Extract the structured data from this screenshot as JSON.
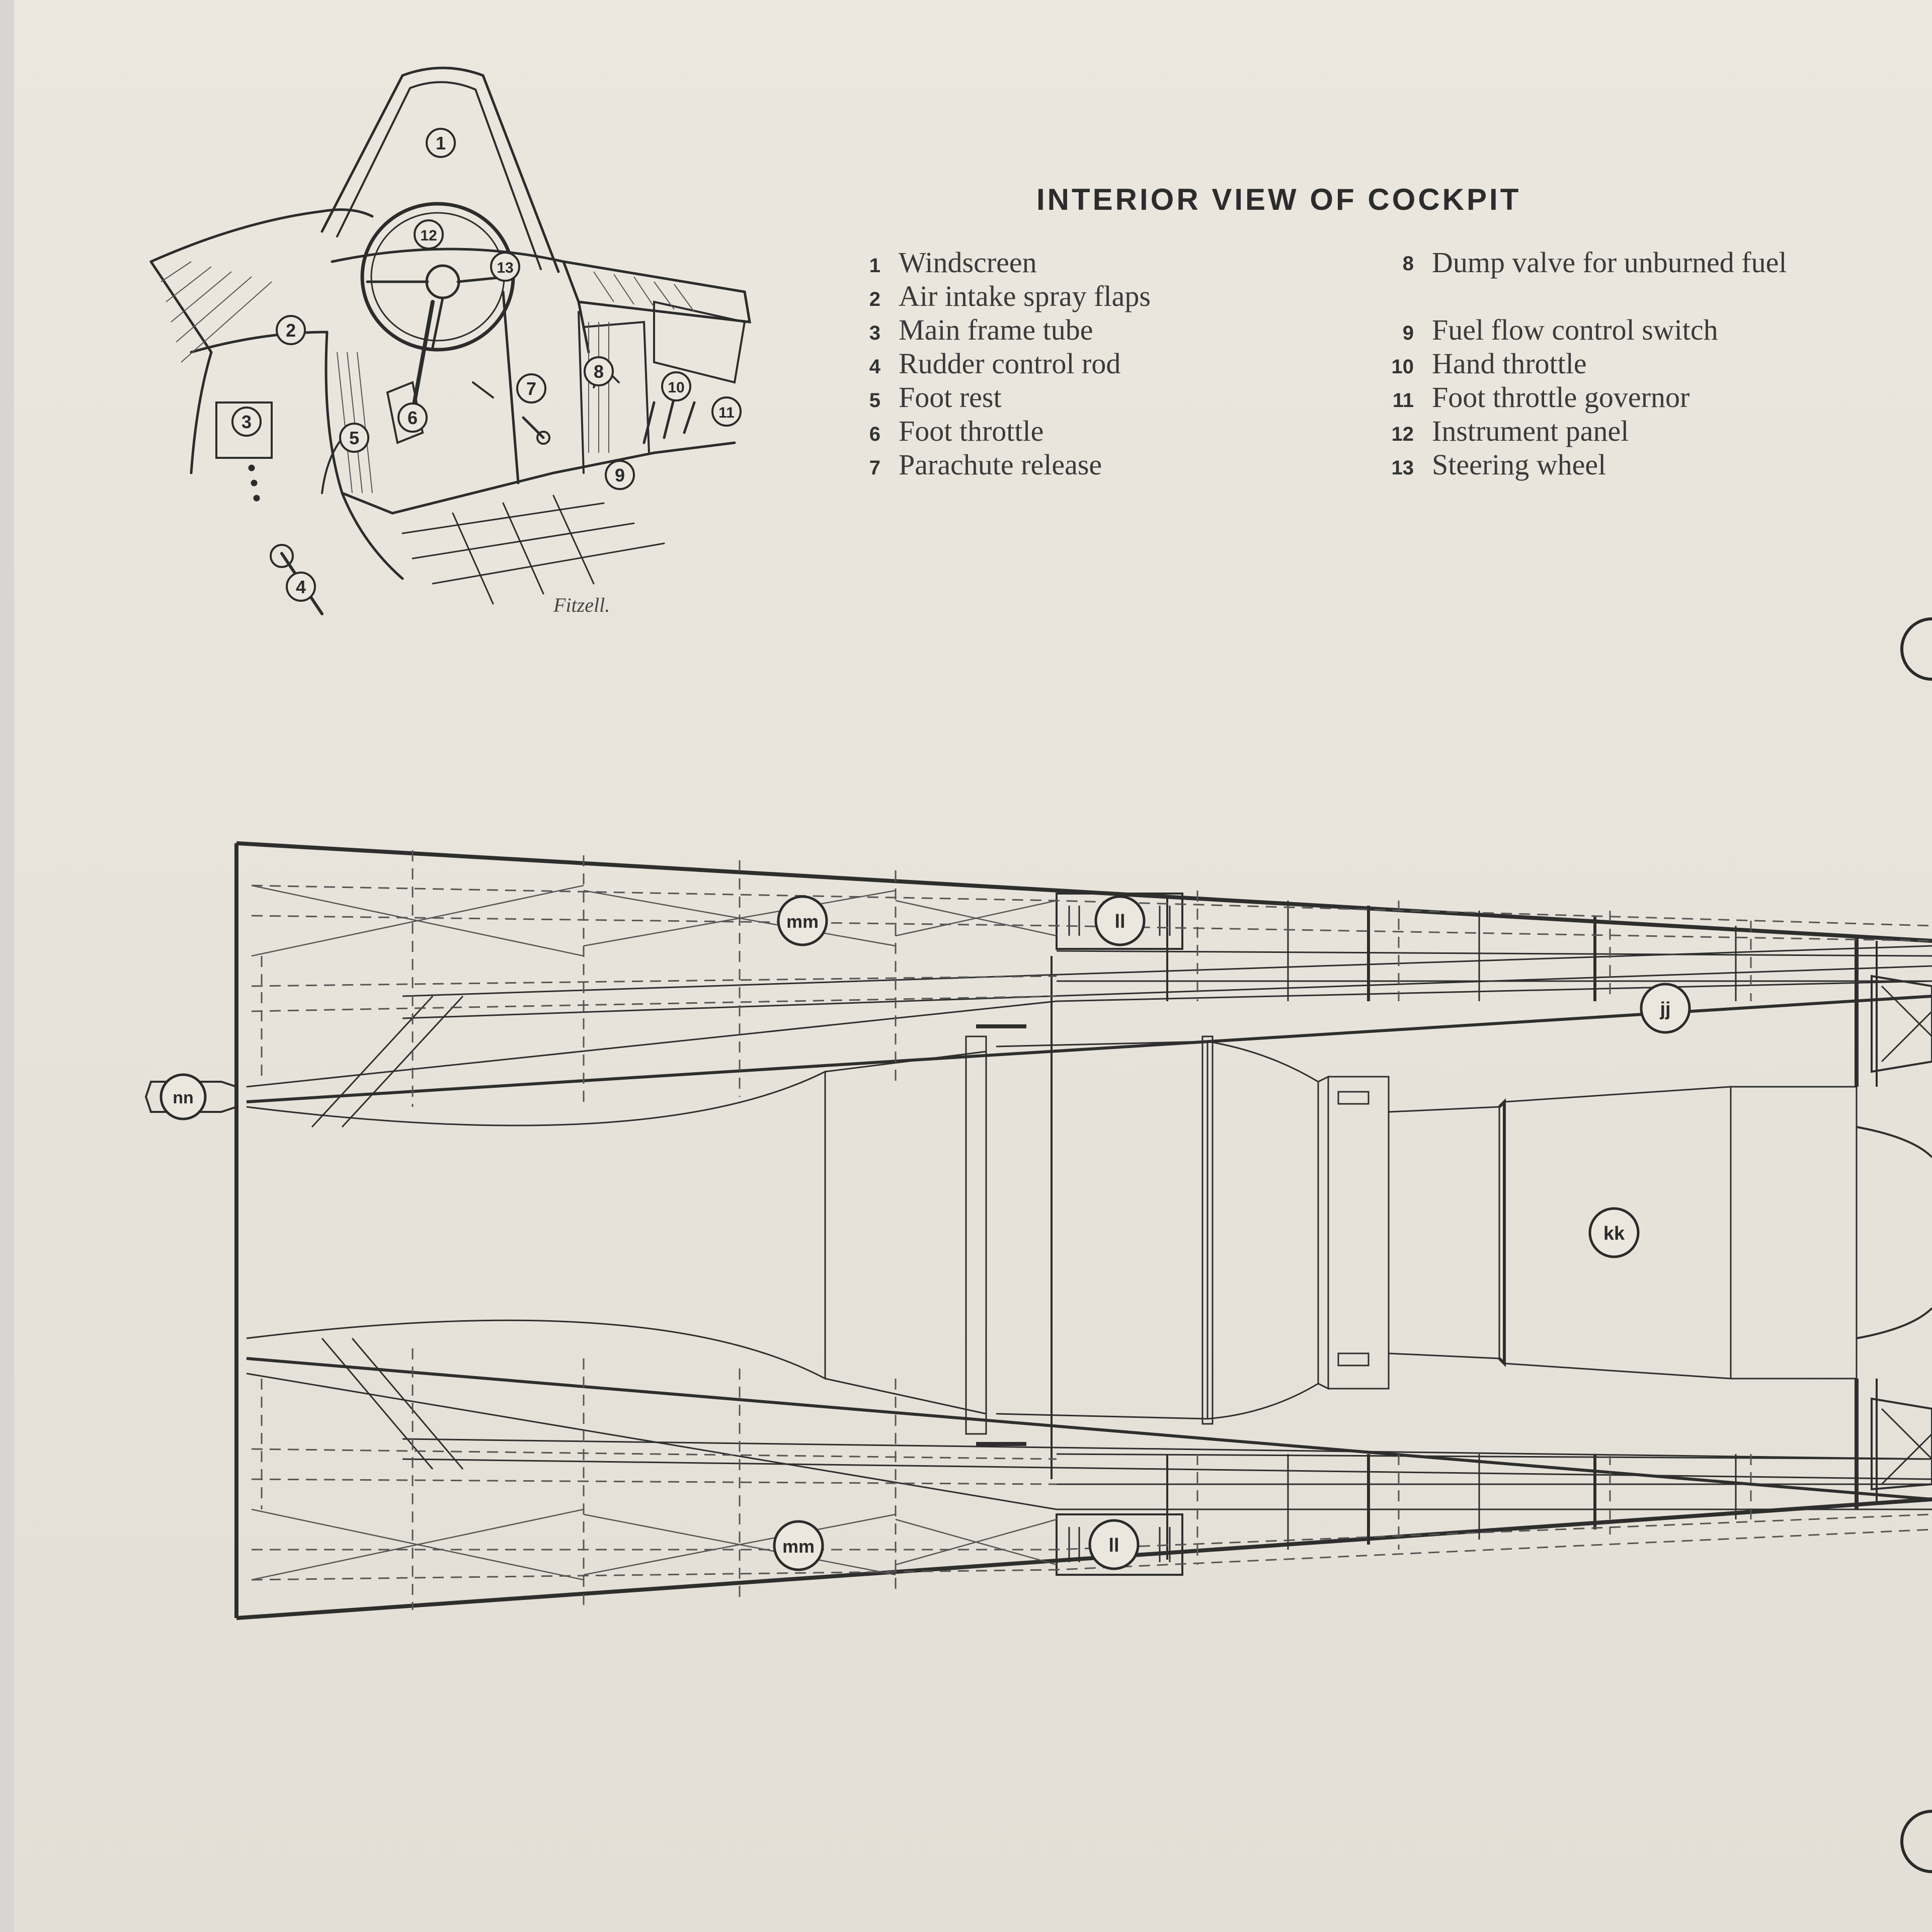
{
  "title": "INTERIOR VIEW OF COCKPIT",
  "legend_left": [
    {
      "num": "1",
      "label": "Windscreen"
    },
    {
      "num": "2",
      "label": "Air intake spray flaps"
    },
    {
      "num": "3",
      "label": "Main frame tube"
    },
    {
      "num": "4",
      "label": "Rudder control rod"
    },
    {
      "num": "5",
      "label": "Foot rest"
    },
    {
      "num": "6",
      "label": "Foot throttle"
    },
    {
      "num": "7",
      "label": "Parachute release"
    }
  ],
  "legend_right": [
    {
      "num": "8",
      "label": "Dump valve for unburned fuel"
    },
    {
      "num": "9",
      "label": "Fuel flow control switch"
    },
    {
      "num": "10",
      "label": "Hand throttle"
    },
    {
      "num": "11",
      "label": "Foot throttle governor"
    },
    {
      "num": "12",
      "label": "Instrument panel"
    },
    {
      "num": "13",
      "label": "Steering wheel"
    }
  ],
  "cockpit_callouts": [
    "1",
    "2",
    "3",
    "4",
    "5",
    "6",
    "7",
    "8",
    "9",
    "10",
    "11",
    "12",
    "13"
  ],
  "signature": "Fitzell.",
  "plan_callouts": {
    "mm": "mm",
    "ll": "ll",
    "jj": "jj",
    "kk": "kk",
    "nn": "nn"
  },
  "colors": {
    "paper": "#e9e5dd",
    "ink": "#2a2a2a",
    "dash": "#555555"
  }
}
